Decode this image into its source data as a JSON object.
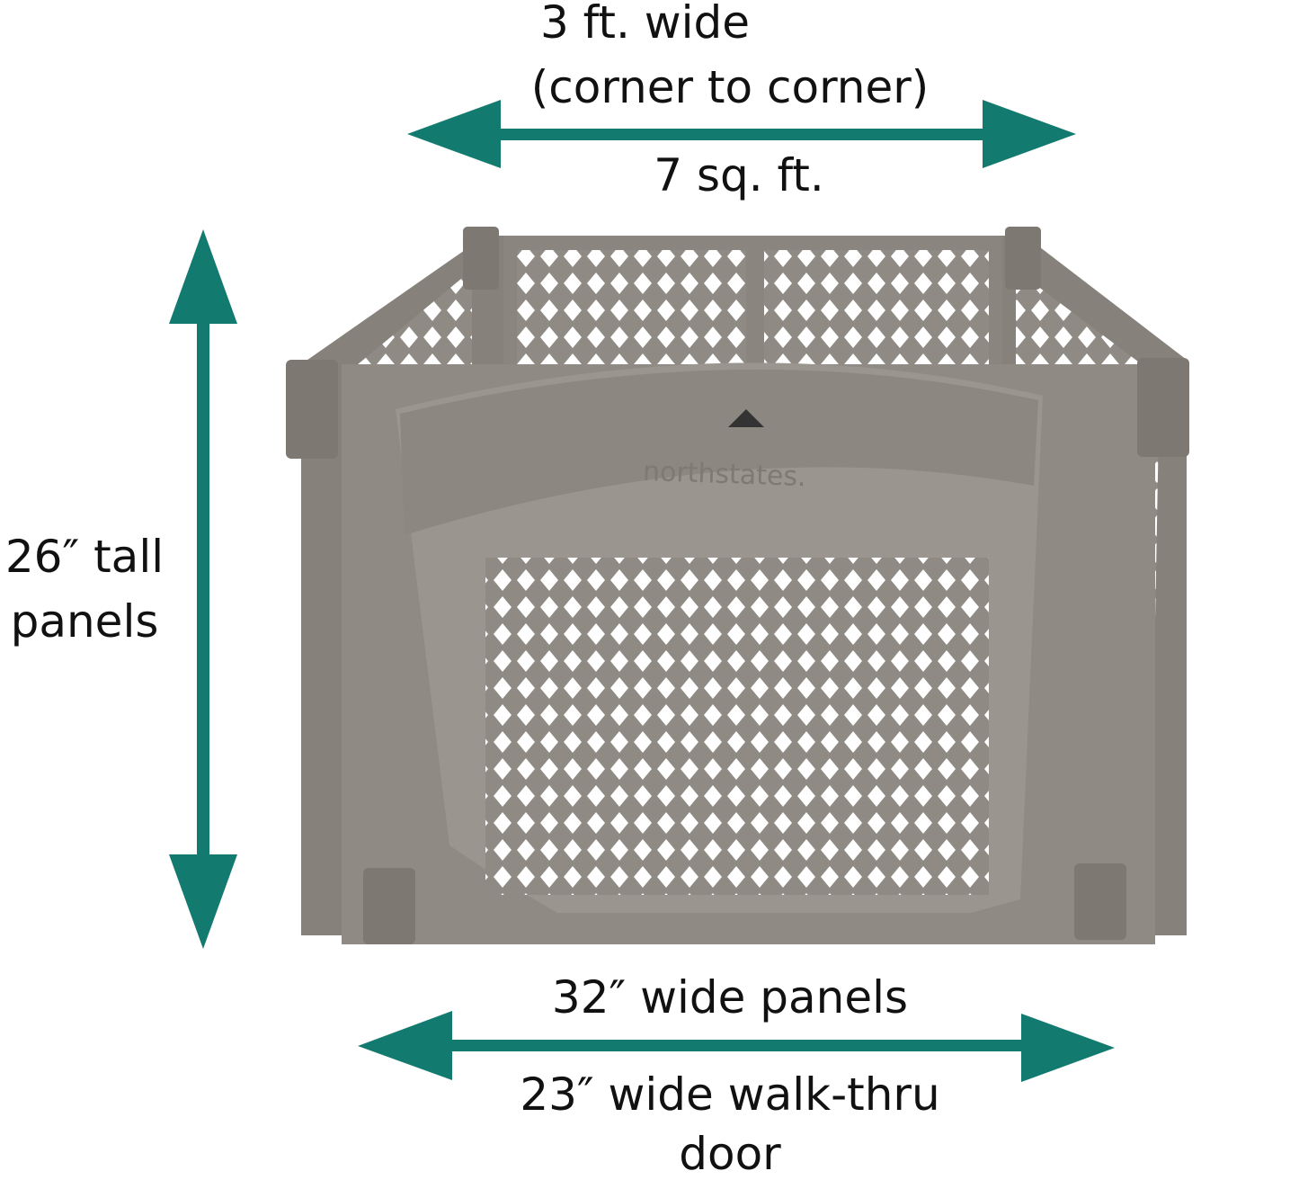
{
  "colors": {
    "arrow": "#137a6f",
    "plastic": "#8f8a84",
    "plastic_dark": "#6e6a65",
    "text": "#111111"
  },
  "top": {
    "line1": "3 ft. wide",
    "line2": "(corner to corner)",
    "line3": "7 sq. ft."
  },
  "left": {
    "line1": "26″ tall",
    "line2": "panels"
  },
  "bottom": {
    "line1": "32″ wide panels",
    "line2": "23″ wide walk-thru",
    "line3": "door"
  },
  "brand": "northstates."
}
